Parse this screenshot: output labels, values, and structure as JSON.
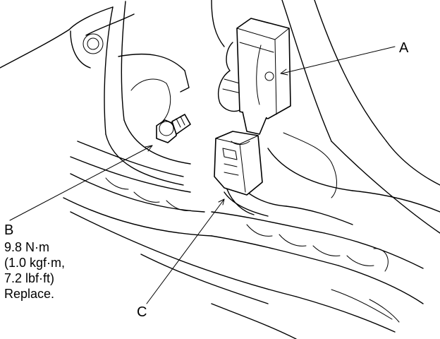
{
  "labels": {
    "a": "A",
    "b": "B",
    "c": "C"
  },
  "note_b": [
    "9.8 N·m",
    "(1.0 kgf·m,",
    "7.2 lbf·ft)",
    "Replace."
  ]
}
